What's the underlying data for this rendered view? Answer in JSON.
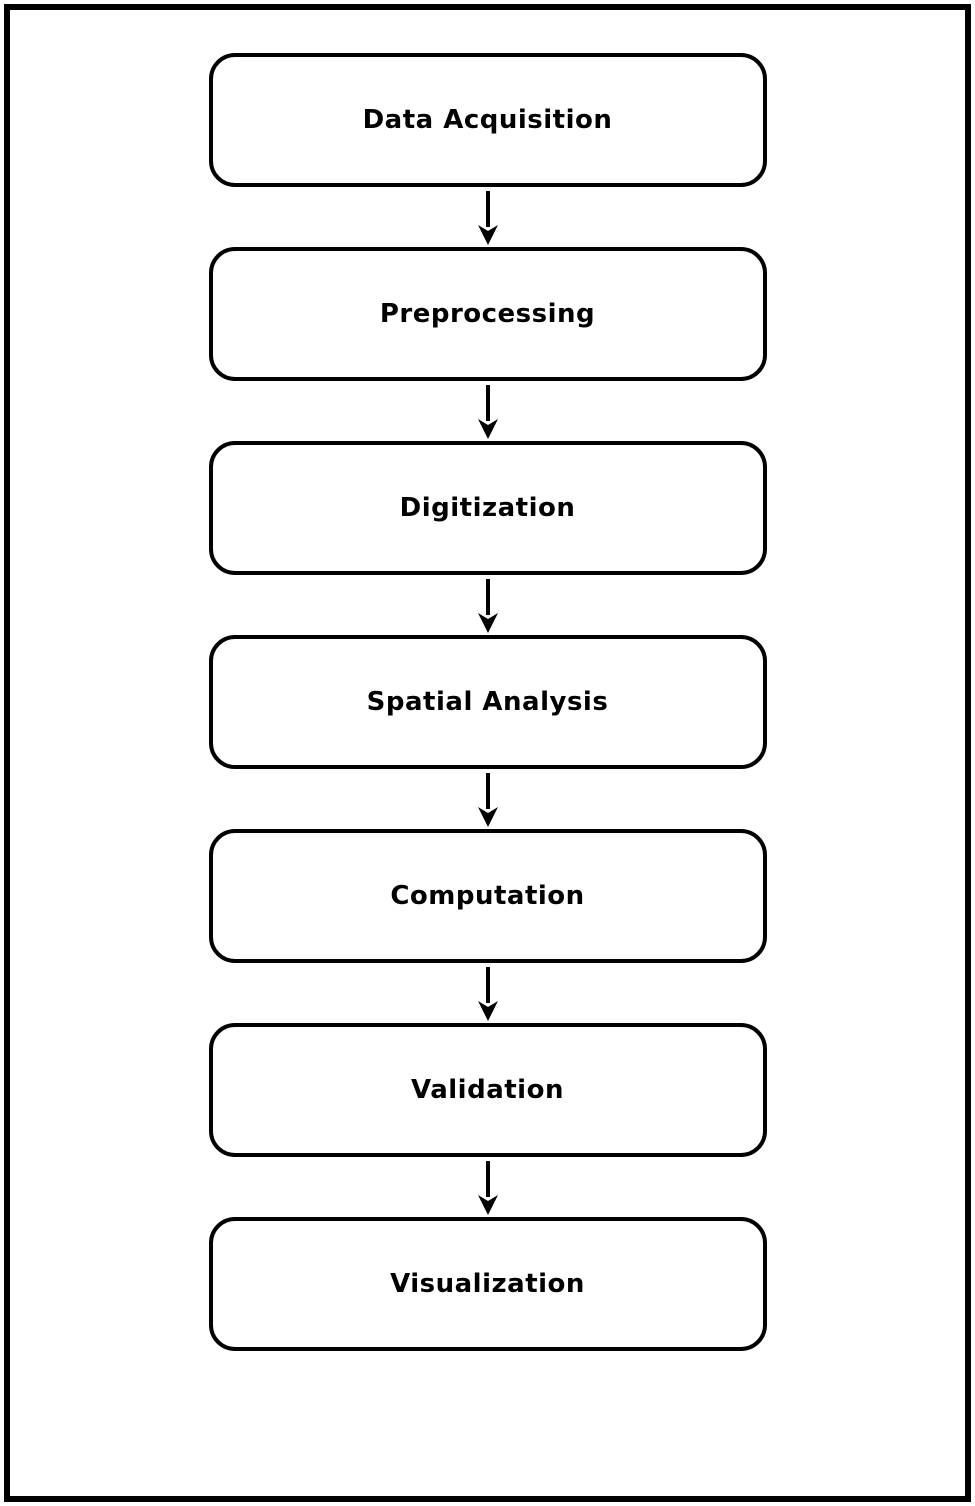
{
  "diagram": {
    "type": "flowchart",
    "direction": "top-to-bottom",
    "colors": {
      "background": "#ffffff",
      "box_fill": "#ffffff",
      "box_border": "#000000",
      "text": "#000000",
      "arrow": "#000000",
      "outer_frame": "#000000"
    },
    "steps": [
      {
        "label": "Data Acquisition"
      },
      {
        "label": "Preprocessing"
      },
      {
        "label": "Digitization"
      },
      {
        "label": "Spatial Analysis"
      },
      {
        "label": "Computation"
      },
      {
        "label": "Validation"
      },
      {
        "label": "Visualization"
      }
    ],
    "connector_icon": "arrow-down-icon"
  }
}
